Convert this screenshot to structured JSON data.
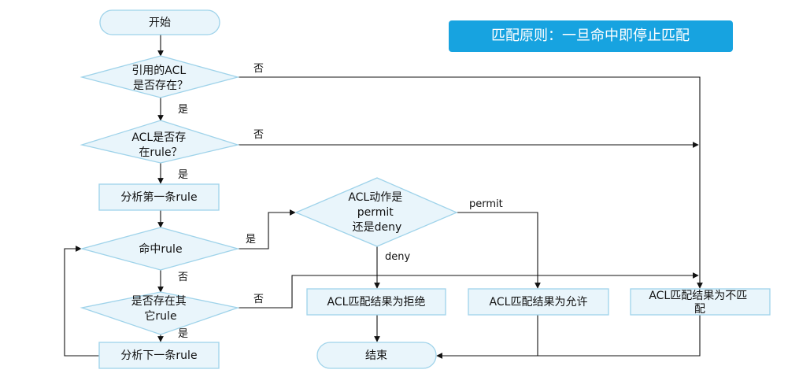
{
  "colors": {
    "node_fill": "#e9f5fb",
    "node_border": "#9fd3ea",
    "banner": "#17a3e0",
    "banner_text": "#ffffff",
    "line": "#111111"
  },
  "banner": {
    "text": "匹配原则：一旦命中即停止匹配"
  },
  "nodes": {
    "start": {
      "lines": [
        "开始"
      ]
    },
    "acl_exists": {
      "lines": [
        "引用的ACL",
        "是否存在？"
      ]
    },
    "has_rule": {
      "lines": [
        "ACL是否存",
        "在rule？"
      ]
    },
    "analyze_first": {
      "lines": [
        "分析第一条rule"
      ]
    },
    "hit_rule": {
      "lines": [
        "命中rule"
      ]
    },
    "other_rule": {
      "lines": [
        "是否存在其",
        "它rule"
      ]
    },
    "analyze_next": {
      "lines": [
        "分析下一条rule"
      ]
    },
    "acl_action": {
      "lines": [
        "ACL动作是",
        "permit",
        "还是deny"
      ]
    },
    "result_deny": {
      "lines": [
        "ACL匹配结果为拒绝"
      ]
    },
    "result_permit": {
      "lines": [
        "ACL匹配结果为允许"
      ]
    },
    "result_nomatch": {
      "lines": [
        "ACL匹配结果为不匹",
        "配"
      ]
    },
    "end": {
      "lines": [
        "结束"
      ]
    }
  },
  "edge_labels": {
    "yes": "是",
    "no": "否",
    "permit": "permit",
    "deny": "deny"
  }
}
